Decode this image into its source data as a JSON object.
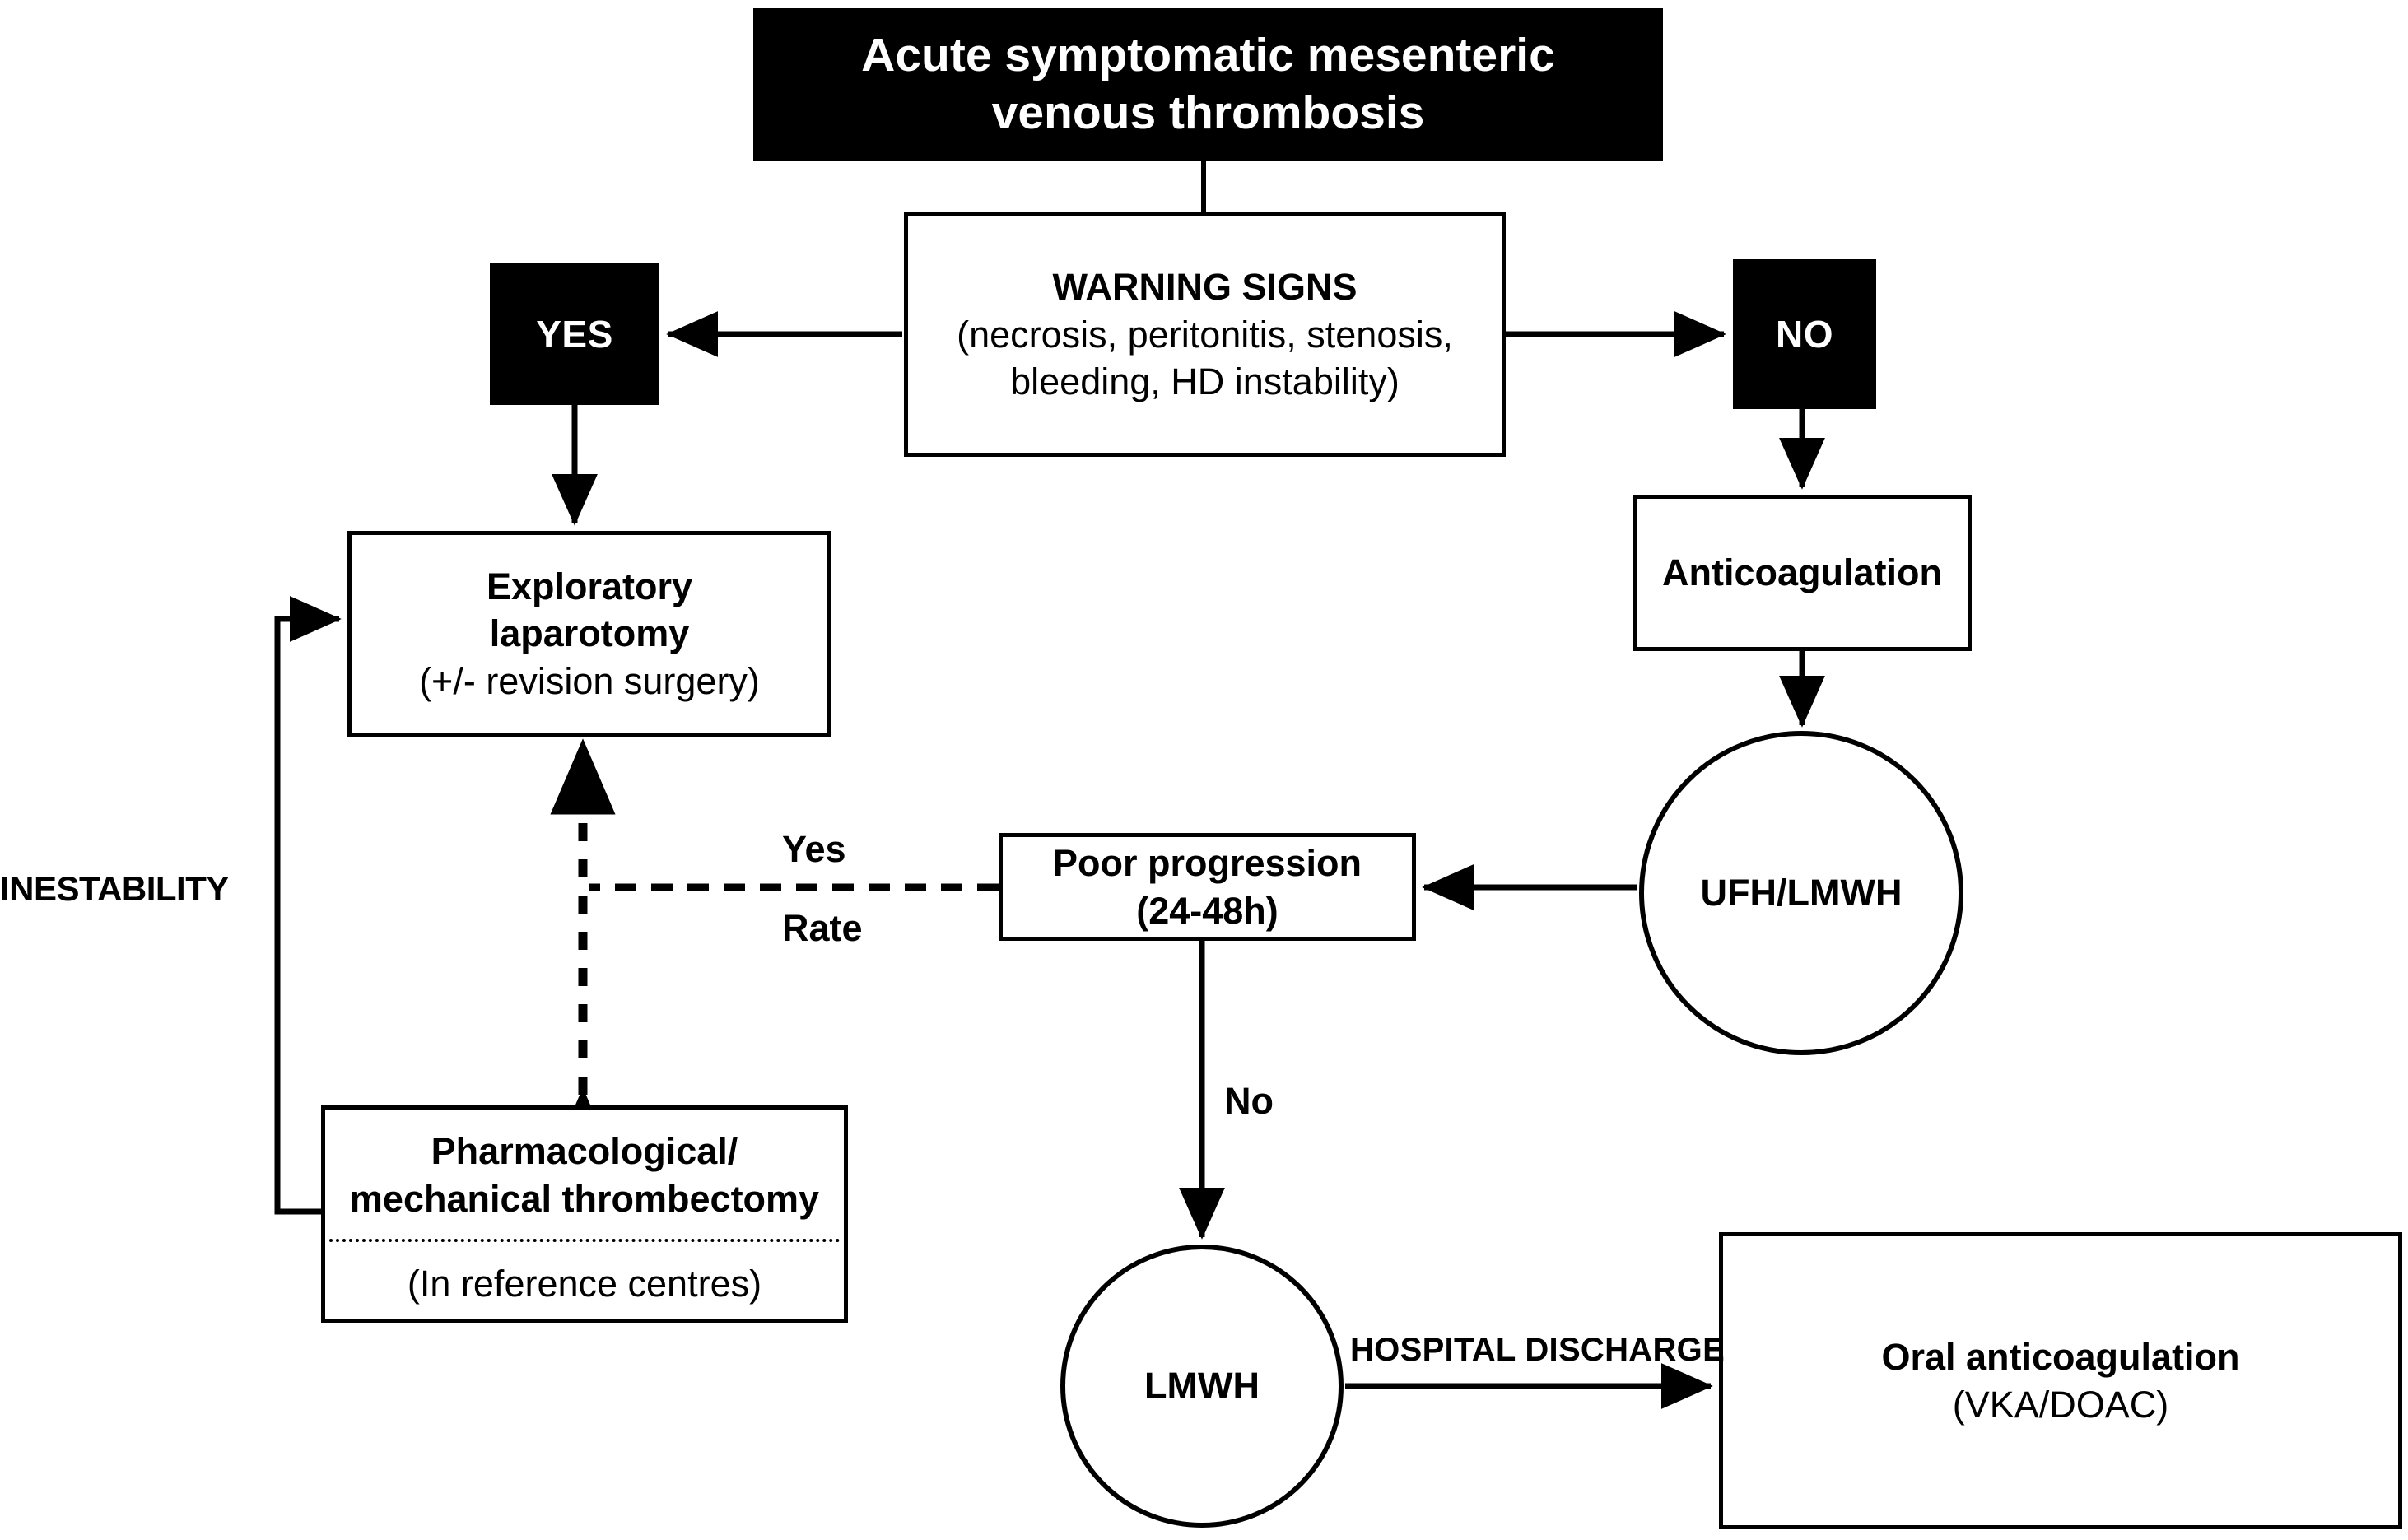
{
  "diagram": {
    "title_node": {
      "line1": "Acute symptomatic mesenteric",
      "line2": "venous thrombosis"
    },
    "warning_node": {
      "heading": "WARNING SIGNS",
      "line1": "(necrosis, peritonitis, stenosis,",
      "line2": "bleeding, HD instability)"
    },
    "decision_yes": "YES",
    "decision_no": "NO",
    "laparotomy_node": {
      "line1": "Exploratory",
      "line2": "laparotomy",
      "line3": "(+/- revision surgery)"
    },
    "anticoagulation_node": "Anticoagulation",
    "ufh_lmwh_node": "UFH/LMWH",
    "poor_progression_node": {
      "line1": "Poor progression",
      "line2": "(24-48h)"
    },
    "thrombectomy_node": {
      "line1": "Pharmacological/",
      "line2": "mechanical thrombectomy",
      "line3": "(In reference centres)"
    },
    "lmwh_node": "LMWH",
    "oral_node": {
      "line1": "Oral anticoagulation",
      "line2": "(VKA/DOAC)"
    },
    "edge_labels": {
      "inestability": "INESTABILITY",
      "yes": "Yes",
      "rate": "Rate",
      "no": "No",
      "hospital_discharge": "HOSPITAL DISCHARGE"
    },
    "colors": {
      "stroke": "#000000",
      "fill": "#ffffff",
      "filled_node_bg": "#000000",
      "filled_node_fg": "#ffffff"
    }
  }
}
